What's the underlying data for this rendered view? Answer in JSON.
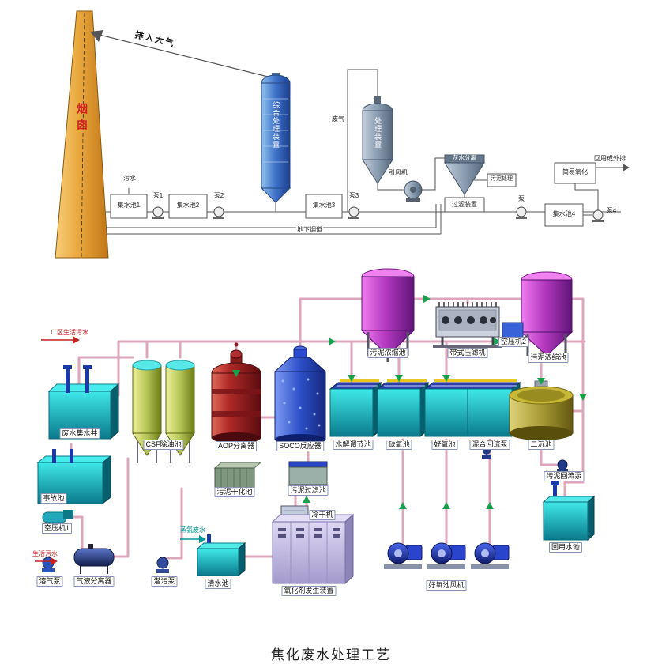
{
  "caption": "焦化废水处理工艺",
  "colors": {
    "pipe_pink": "#dca6bd",
    "note_red": "#c22222",
    "note_teal": "#009999",
    "chimney_orange": "#e9a73c"
  },
  "top_diagram": {
    "labels": {
      "to_atmosphere": "排入大气",
      "chimney": "烟囱",
      "sewage": "污水",
      "pool1": "集水池1",
      "pump1": "泵1",
      "pool2": "集水池2",
      "pump2": "泵2",
      "tower1": "综合处理装置",
      "pool3": "集水池3",
      "pump3": "泵3",
      "waste_gas": "废气",
      "tower2": "处理装置",
      "fan": "引风机",
      "separator": "灰水分离",
      "sludge_treat": "污泥处理",
      "filter_unit": "过滤装置",
      "pump_small": "泵",
      "oxidation": "简易氧化",
      "pool4": "集水池4",
      "pump4": "泵4",
      "reuse": "回用或外排",
      "underground_flue": "地下烟道"
    }
  },
  "bottom_diagram": {
    "labels": {
      "inlet_note": "厂区生活污水",
      "collect_well": "废水集水井",
      "accident_pool": "事故池",
      "csf": "CSF除油池",
      "aop": "AOP分离器",
      "soco": "SOCO反应器",
      "hydrolysis": "水解调节池",
      "anoxic": "缺氧池",
      "aerobic": "好氧池",
      "mix_pump": "混合回流泵",
      "secondary": "二沉池",
      "thickener1": "污泥浓缩池",
      "belt_press": "带式压滤机",
      "compressor2": "空压机2",
      "thickener2": "污泥浓缩池",
      "sludge_return_pump": "污泥回流泵",
      "reuse_pool": "回用水池",
      "sludge_dry": "污泥干化池",
      "sludge_filter": "污泥过滤池",
      "cold_dryer": "冷干机",
      "oxidant_gen": "氧化剂发生装置",
      "aerobic_fan": "好氧池风机",
      "compressor1": "空压机1",
      "gas_pump": "溶气泵",
      "gas_liquid_sep": "气液分离器",
      "submersible_pump": "潜污泵",
      "clean_pool": "清水池",
      "ammonia_note": "蒸氨废水",
      "domestic_note": "生活污水"
    }
  }
}
